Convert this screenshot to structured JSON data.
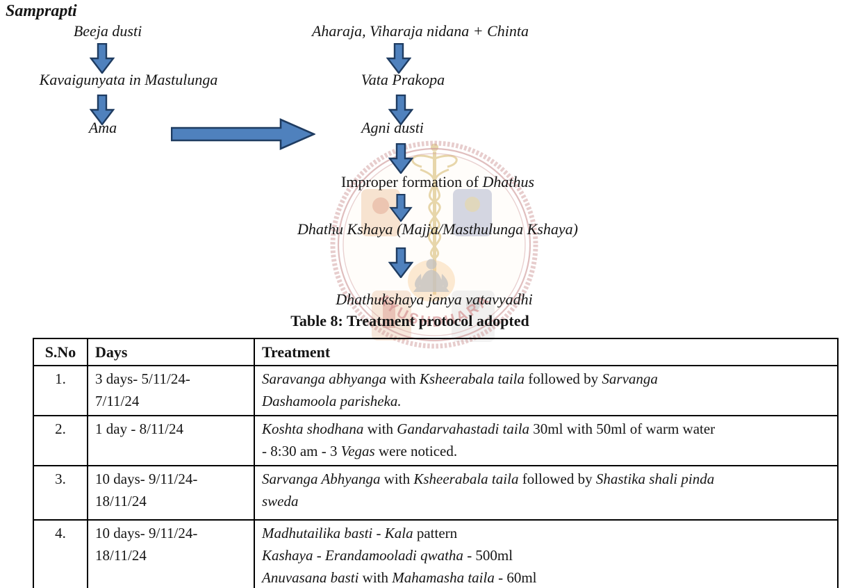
{
  "heading": "Samprapti",
  "flowchart": {
    "arrow_fill": "#4f81bd",
    "arrow_stroke": "#1f3c61",
    "nodes": {
      "beeja_dusti": "Beeja dusti",
      "kavaigunyata": "Kavaigunyata in Mastulunga",
      "ama": "Ama",
      "aharaja": "Aharaja, Viharaja nidana + Chinta",
      "vata_prakopa": "Vata Prakopa",
      "agni_dusti": "Agni dusti",
      "improper_segments": [
        {
          "t": "Improper formation of ",
          "i": false
        },
        {
          "t": "Dhathus",
          "i": true
        }
      ],
      "dhathu_kshaya": "Dhathu Kshaya (Majja/Masthulunga Kshaya)",
      "outcome": "Dhathukshaya janya vatavyadhi"
    }
  },
  "watermark": {
    "text": "AYUSHDHARA",
    "ring_color": "#a84a4a",
    "gold_color": "#c9a23f",
    "text_color": "#b23a3a"
  },
  "table": {
    "title": "Table 8: Treatment protocol adopted",
    "columns": [
      "S.No",
      "Days",
      "Treatment"
    ],
    "rows": [
      {
        "sno": "1.",
        "days": [
          "3 days- 5/11/24-",
          "7/11/24"
        ],
        "treatment": [
          [
            {
              "t": "Saravanga abhyanga",
              "i": true
            },
            {
              "t": " with ",
              "i": false
            },
            {
              "t": "Ksheerabala taila",
              "i": true
            },
            {
              "t": " followed by ",
              "i": false
            },
            {
              "t": "Sarvanga",
              "i": true
            }
          ],
          [
            {
              "t": "Dashamoola parisheka.",
              "i": true
            }
          ]
        ]
      },
      {
        "sno": "2.",
        "days": [
          "1 day - 8/11/24"
        ],
        "treatment": [
          [
            {
              "t": "Koshta shodhana",
              "i": true
            },
            {
              "t": " with ",
              "i": false
            },
            {
              "t": "Gandarvahastadi taila",
              "i": true
            },
            {
              "t": " 30ml with 50ml of warm water",
              "i": false
            }
          ],
          [
            {
              "t": "- 8:30 am - 3 ",
              "i": false
            },
            {
              "t": "Vegas",
              "i": true
            },
            {
              "t": " were noticed.",
              "i": false
            }
          ]
        ]
      },
      {
        "sno": "3.",
        "days": [
          "10 days- 9/11/24-",
          "18/11/24"
        ],
        "treatment": [
          [
            {
              "t": "Sarvanga Abhyanga",
              "i": true
            },
            {
              "t": " with ",
              "i": false
            },
            {
              "t": "Ksheerabala taila",
              "i": true
            },
            {
              "t": " followed by ",
              "i": false
            },
            {
              "t": "Shastika shali pinda",
              "i": true
            }
          ],
          [
            {
              "t": "sweda",
              "i": true
            }
          ]
        ]
      },
      {
        "sno": "4.",
        "days": [
          "10 days- 9/11/24-",
          "18/11/24"
        ],
        "treatment": [
          [
            {
              "t": "Madhutailika basti",
              "i": true
            },
            {
              "t": " - ",
              "i": false
            },
            {
              "t": "Kala",
              "i": true
            },
            {
              "t": " pattern",
              "i": false
            }
          ],
          [
            {
              "t": "Kashaya",
              "i": true
            },
            {
              "t": " - ",
              "i": false
            },
            {
              "t": "Erandamooladi qwatha",
              "i": true
            },
            {
              "t": " - 500ml",
              "i": false
            }
          ],
          [
            {
              "t": "Anuvasana basti",
              "i": true
            },
            {
              "t": " with ",
              "i": false
            },
            {
              "t": "Mahamasha taila",
              "i": true
            },
            {
              "t": " - 60ml",
              "i": false
            }
          ]
        ]
      }
    ]
  }
}
